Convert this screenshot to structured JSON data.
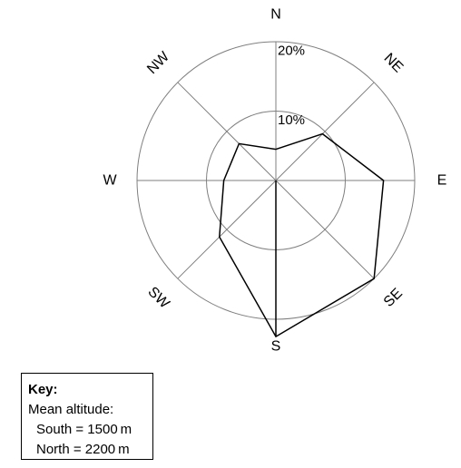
{
  "chart_data": {
    "type": "radar",
    "directions": [
      "N",
      "NE",
      "E",
      "SE",
      "S",
      "SW",
      "W",
      "NW"
    ],
    "rings": [
      {
        "value": 10,
        "label": "10%"
      },
      {
        "value": 20,
        "label": "20%"
      }
    ],
    "rmax": 20,
    "series": [
      {
        "values": [
          4.5,
          9.5,
          15.5,
          20.0,
          22.5,
          11.5,
          7.5,
          7.5
        ]
      },
      {
        "values": [
          0.0,
          0.0,
          0.0,
          0.0,
          22.5,
          0.0,
          0.0,
          0.0
        ]
      }
    ],
    "grid": true,
    "legend": "bottom-left"
  },
  "key": {
    "title": "Key:",
    "heading": "Mean altitude:",
    "lines": [
      "South = 1500 m",
      "North = 2200 m"
    ]
  },
  "colors": {
    "line": "#000000",
    "grid": "#7f7f7f"
  }
}
